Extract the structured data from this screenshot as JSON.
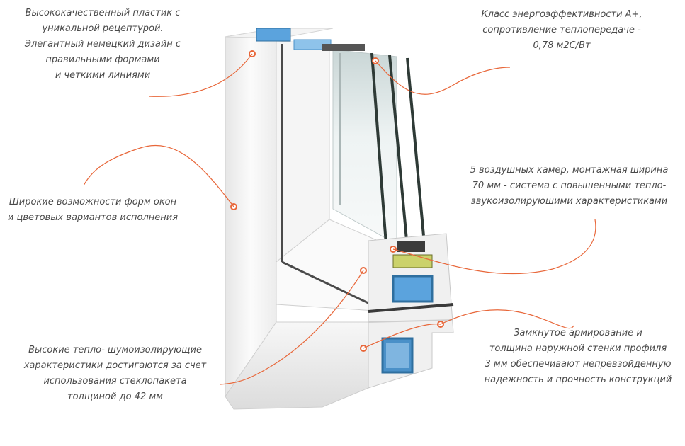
{
  "annotations": [
    {
      "id": "plastic",
      "lines": [
        "Высококачественный пластик с",
        "уникальной рецептурой.",
        "Элегантный немецкий дизайн с",
        "правильными формами",
        "и четкими линиями"
      ]
    },
    {
      "id": "energy",
      "lines": [
        "Класс энергоэффективности А+,",
        "сопротивление теплопередаче -",
        "0,78 м2С/Вт"
      ]
    },
    {
      "id": "shapes",
      "lines": [
        "Широкие возможности форм окон",
        "и цветовых вариантов исполнения"
      ]
    },
    {
      "id": "chambers",
      "lines": [
        "5 воздушных камер, монтажная ширина",
        "70 мм - система с повышенными тепло-",
        "звукоизолирующими характеристиками"
      ]
    },
    {
      "id": "insulation",
      "lines": [
        "Высокие тепло- шумоизолирующие",
        "характеристики достигаются за счет",
        "использования стеклопакета",
        "толщиной до 42 мм"
      ]
    },
    {
      "id": "reinforcement",
      "lines": [
        "Замкнутое армирование и",
        "толщина наружной стенки профиля",
        "3 мм обеспечивают непревзойденную",
        "надежность и прочность конструкций"
      ]
    }
  ],
  "colors": {
    "accent": "#e8673a",
    "text": "#4a4a4a",
    "profile": "#f3f3f3",
    "reinforcement": "#4a90c8",
    "glass": "#d8e3e3",
    "seal": "#3a3a3a"
  }
}
